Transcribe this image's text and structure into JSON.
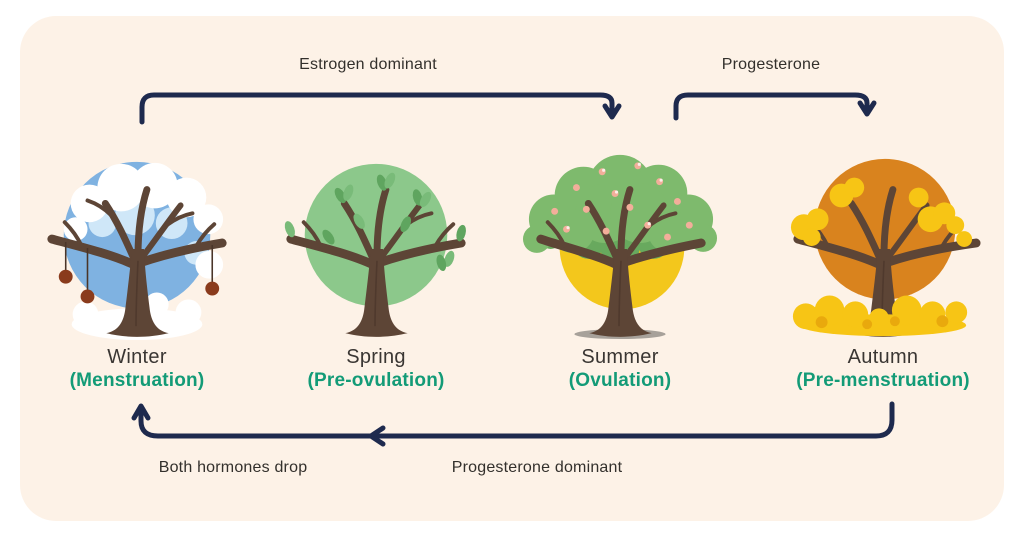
{
  "palette": {
    "card_background": "#fdf2e7",
    "page_background": "#ffffff",
    "arrow_navy": "#1e2a4e",
    "label_text": "#33302c",
    "phase_green": "#139b77",
    "winter_circle_blue": "#7fb2e1",
    "spring_circle_green": "#8cc88b",
    "summer_circle_yellow": "#f3c71c",
    "summer_canopy_green": "#7eba6d",
    "autumn_circle_orange": "#d9831e",
    "autumn_leaf_yellow": "#f7c515",
    "trunk_brown": "#5d4536"
  },
  "arrows": {
    "top_left": {
      "label": "Estrogen dominant",
      "direction": "left-to-right, arrowhead down at Summer"
    },
    "top_right": {
      "label": "Progesterone",
      "direction": "left-to-right, arrowhead down at Autumn"
    },
    "bottom": {
      "label_right": "Progesterone dominant",
      "label_left": "Both hormones drop",
      "direction": "right-to-left, mid chevron left, arrowhead up at Winter"
    }
  },
  "seasons": [
    {
      "name": "Winter",
      "phase": "(Menstruation)",
      "icon": "winter-bare-tree-snow-and-hanging-fruit"
    },
    {
      "name": "Spring",
      "phase": "(Pre-ovulation)",
      "icon": "spring-budding-tree"
    },
    {
      "name": "Summer",
      "phase": "(Ovulation)",
      "icon": "summer-blossoming-tree"
    },
    {
      "name": "Autumn",
      "phase": "(Pre-menstruation)",
      "icon": "autumn-yellow-leaf-tree"
    }
  ]
}
